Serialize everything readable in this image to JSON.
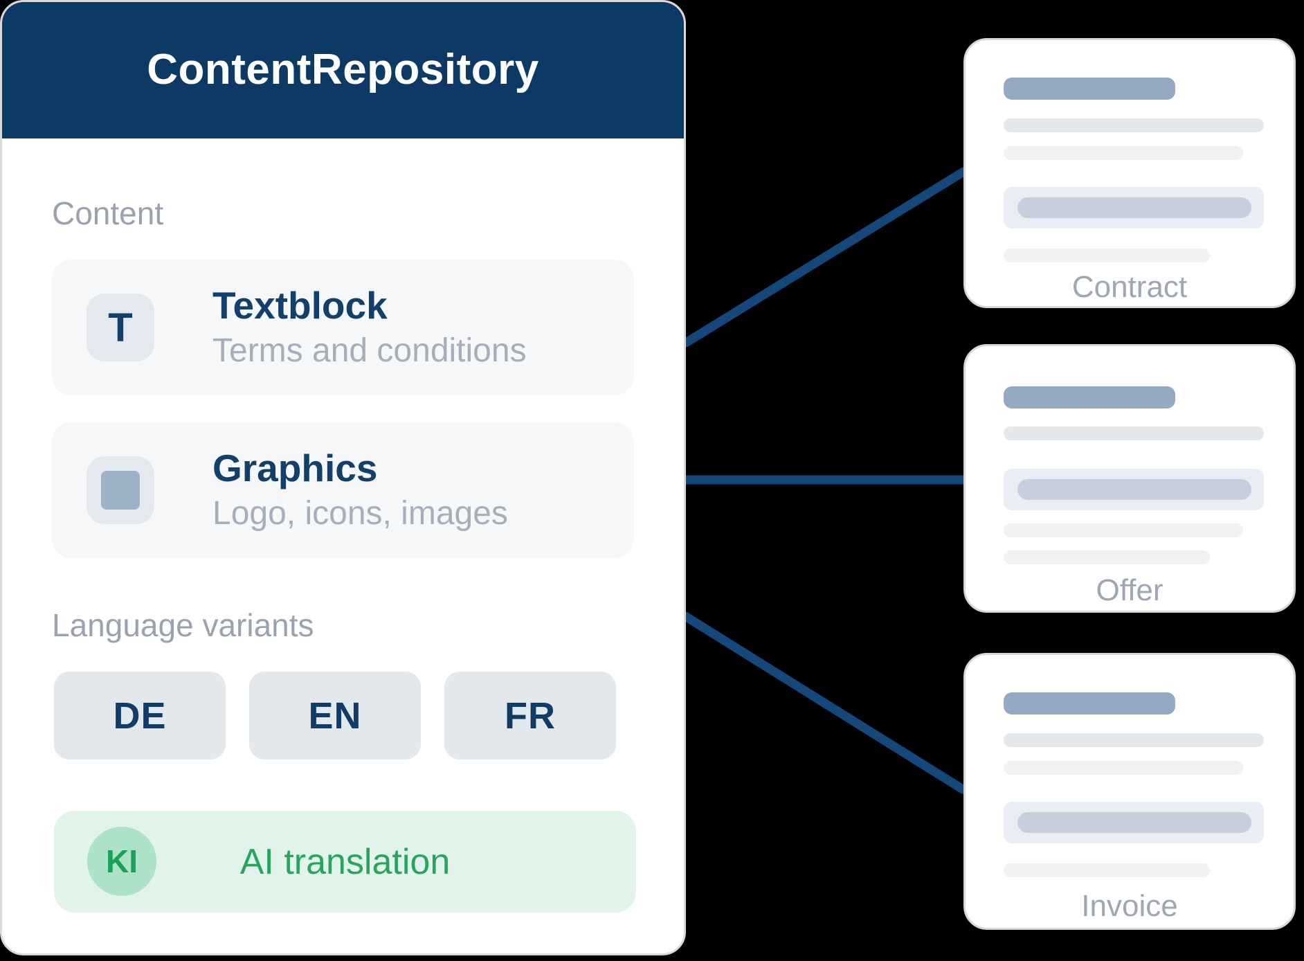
{
  "panel": {
    "title": "ContentRepository",
    "content_section_label": "Content",
    "items": [
      {
        "icon": "letter-T",
        "icon_letter": "T",
        "title": "Textblock",
        "subtitle": "Terms and conditions"
      },
      {
        "icon": "image-square",
        "title": "Graphics",
        "subtitle": "Logo, icons, images"
      }
    ],
    "languages_section_label": "Language variants",
    "languages": [
      "DE",
      "EN",
      "FR"
    ],
    "ai": {
      "badge": "KI",
      "label": "AI translation"
    }
  },
  "documents": [
    {
      "label": "Contract"
    },
    {
      "label": "Offer"
    },
    {
      "label": "Invoice"
    }
  ],
  "colors": {
    "header_navy": "#0c3a64",
    "connector_navy": "#14477a",
    "title_navy": "#133f6b",
    "muted_gray": "#99a2ad",
    "row_bg": "#f6f7f8",
    "chip_bg": "#e3e8ed",
    "ai_green_bg": "#e2f4ea",
    "ai_green_badge": "#ace2c5",
    "ai_green_text": "#28a55c",
    "doc_bar_blue": "#95aac2",
    "doc_bar_inner": "#c6d0dd",
    "doc_block_bg": "#e9eef4"
  }
}
